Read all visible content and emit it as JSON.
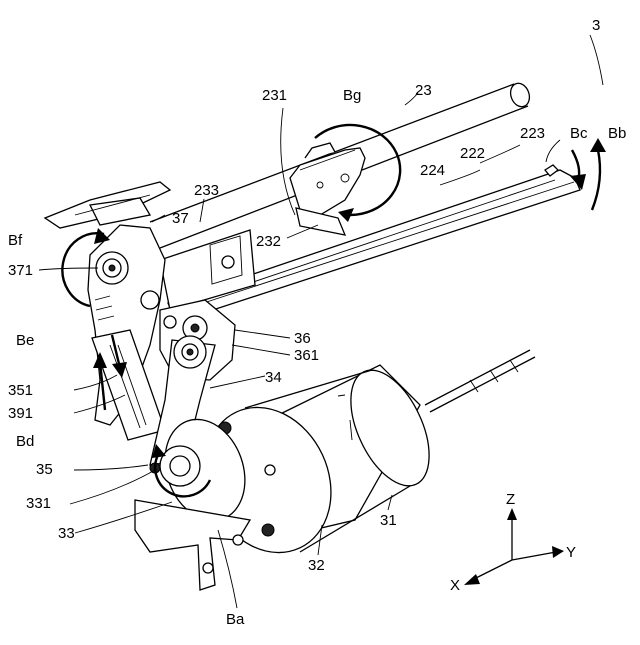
{
  "figure": {
    "assembly_label": "3",
    "parts": {
      "p23": "23",
      "p231": "231",
      "p232": "232",
      "p233": "233",
      "p222": "222",
      "p223": "223",
      "p224": "224",
      "p37": "37",
      "p371": "371",
      "p36": "36",
      "p361": "361",
      "p34": "34",
      "p351": "351",
      "p391": "391",
      "p35": "35",
      "p331": "331",
      "p33": "33",
      "p32": "32",
      "p31": "31"
    },
    "directions": {
      "ba": "Ba",
      "bb": "Bb",
      "bc": "Bc",
      "bd": "Bd",
      "be": "Be",
      "bf": "Bf",
      "bg": "Bg"
    },
    "axes": {
      "x": "X",
      "y": "Y",
      "z": "Z"
    }
  }
}
